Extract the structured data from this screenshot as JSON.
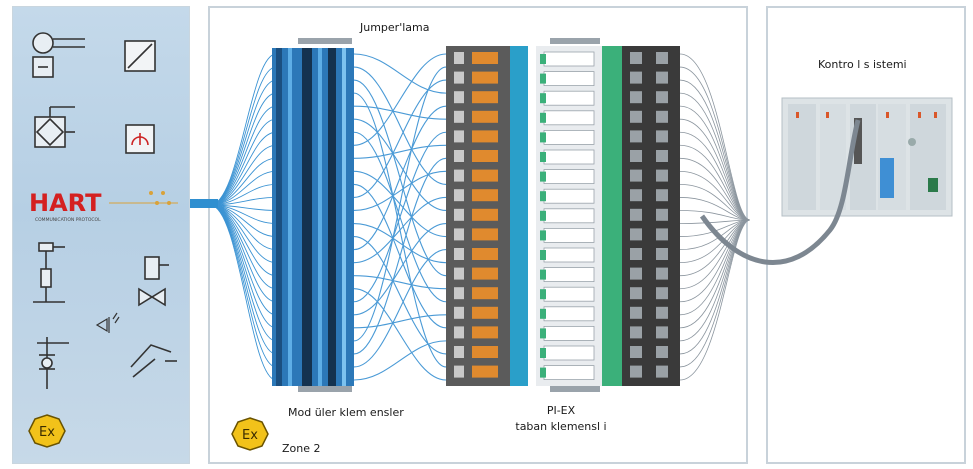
{
  "labels": {
    "jumper": "Jumper'lama",
    "control_system": "Kontro l s istemi",
    "modular_terminals": "Mod üler klem ensler",
    "pi_ex_line1": "PI-EX",
    "pi_ex_line2": "taban klemensl i",
    "zone": "Zone 2"
  },
  "hart": {
    "logo_text": "HART",
    "logo_subtext": "COMMUNICATION PROTOCOL"
  },
  "ex_badge_text": "Ex",
  "icons": [
    "pressure-transmitter-icon",
    "signal-converter-icon",
    "flow-meter-icon",
    "gauge-icon",
    "hart-logo",
    "temperature-sensor-icon",
    "valve-actuator-icon",
    "resistor-sensor-icon",
    "thermocouple-icon",
    "ex-badge-icon"
  ],
  "colors": {
    "left_panel": "#bcd3e7",
    "wire_blue": "#2f8fd0",
    "terminal_blue": "#1f6fb3",
    "terminal_dark": "#1c2a3a",
    "relay_gray": "#5b5b5b",
    "relay_orange": "#e08a2e",
    "pi_green": "#3bb07a",
    "ex_yellow": "#f2c21a"
  }
}
